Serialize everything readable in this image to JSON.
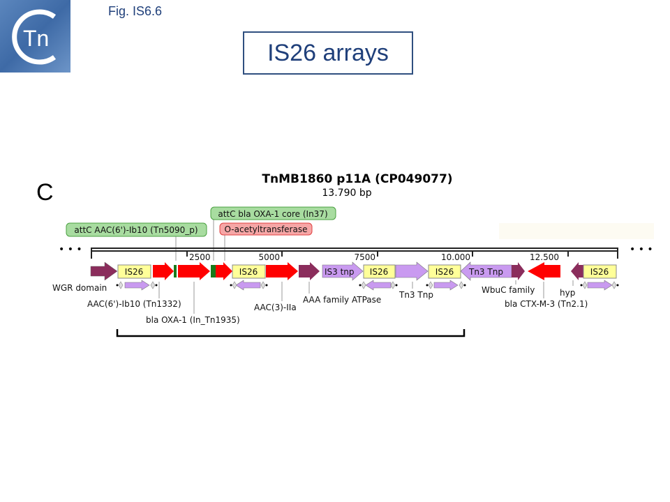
{
  "header": {
    "logo_text": "Tn",
    "figure_label": "Fig. IS6.6",
    "title": "IS26 arrays"
  },
  "panel": {
    "letter": "C",
    "title": "TnMB1860 p11A (CP049077)",
    "length": "13.790 bp",
    "ellipsis_left": "• • •",
    "ellipsis_right": "• • •",
    "ruler_ticks": [
      "2500",
      "5000",
      "7500",
      "10.000",
      "12.500"
    ],
    "box_labels": {
      "is26": "IS26",
      "is3_tnp": "IS3 tnp",
      "tn3_tnp": "Tn3 Tnp"
    },
    "callouts": {
      "attc_aac": "attC AAC(6')-Ib10 (Tn5090_p)",
      "attc_oxa": "attC bla OXA-1 core (In37)",
      "o_acetyl": "O-acetyltransferase"
    },
    "feature_labels": {
      "wgr": "WGR domain",
      "aac6": "AAC(6')-Ib10 (Tn1332)",
      "oxa1": "bla OXA-1 (In_Tn1935)",
      "aac3": "AAC(3)-IIa",
      "aaa": "AAA family ATPase",
      "tn3": "Tn3 Tnp",
      "wbuc": "WbuC family",
      "hyp": "hyp",
      "ctx": "bla CTX-M-3 (Tn2.1)"
    }
  },
  "colors": {
    "maroon": "#8b2d5c",
    "red": "#ff0000",
    "green": "#1a7a1a",
    "is_yellow": "#ffff99",
    "purple": "#c99af0",
    "callout_green": "#a8dca0",
    "callout_pink": "#f6a6a6",
    "title_blue": "#1f3f7a"
  }
}
